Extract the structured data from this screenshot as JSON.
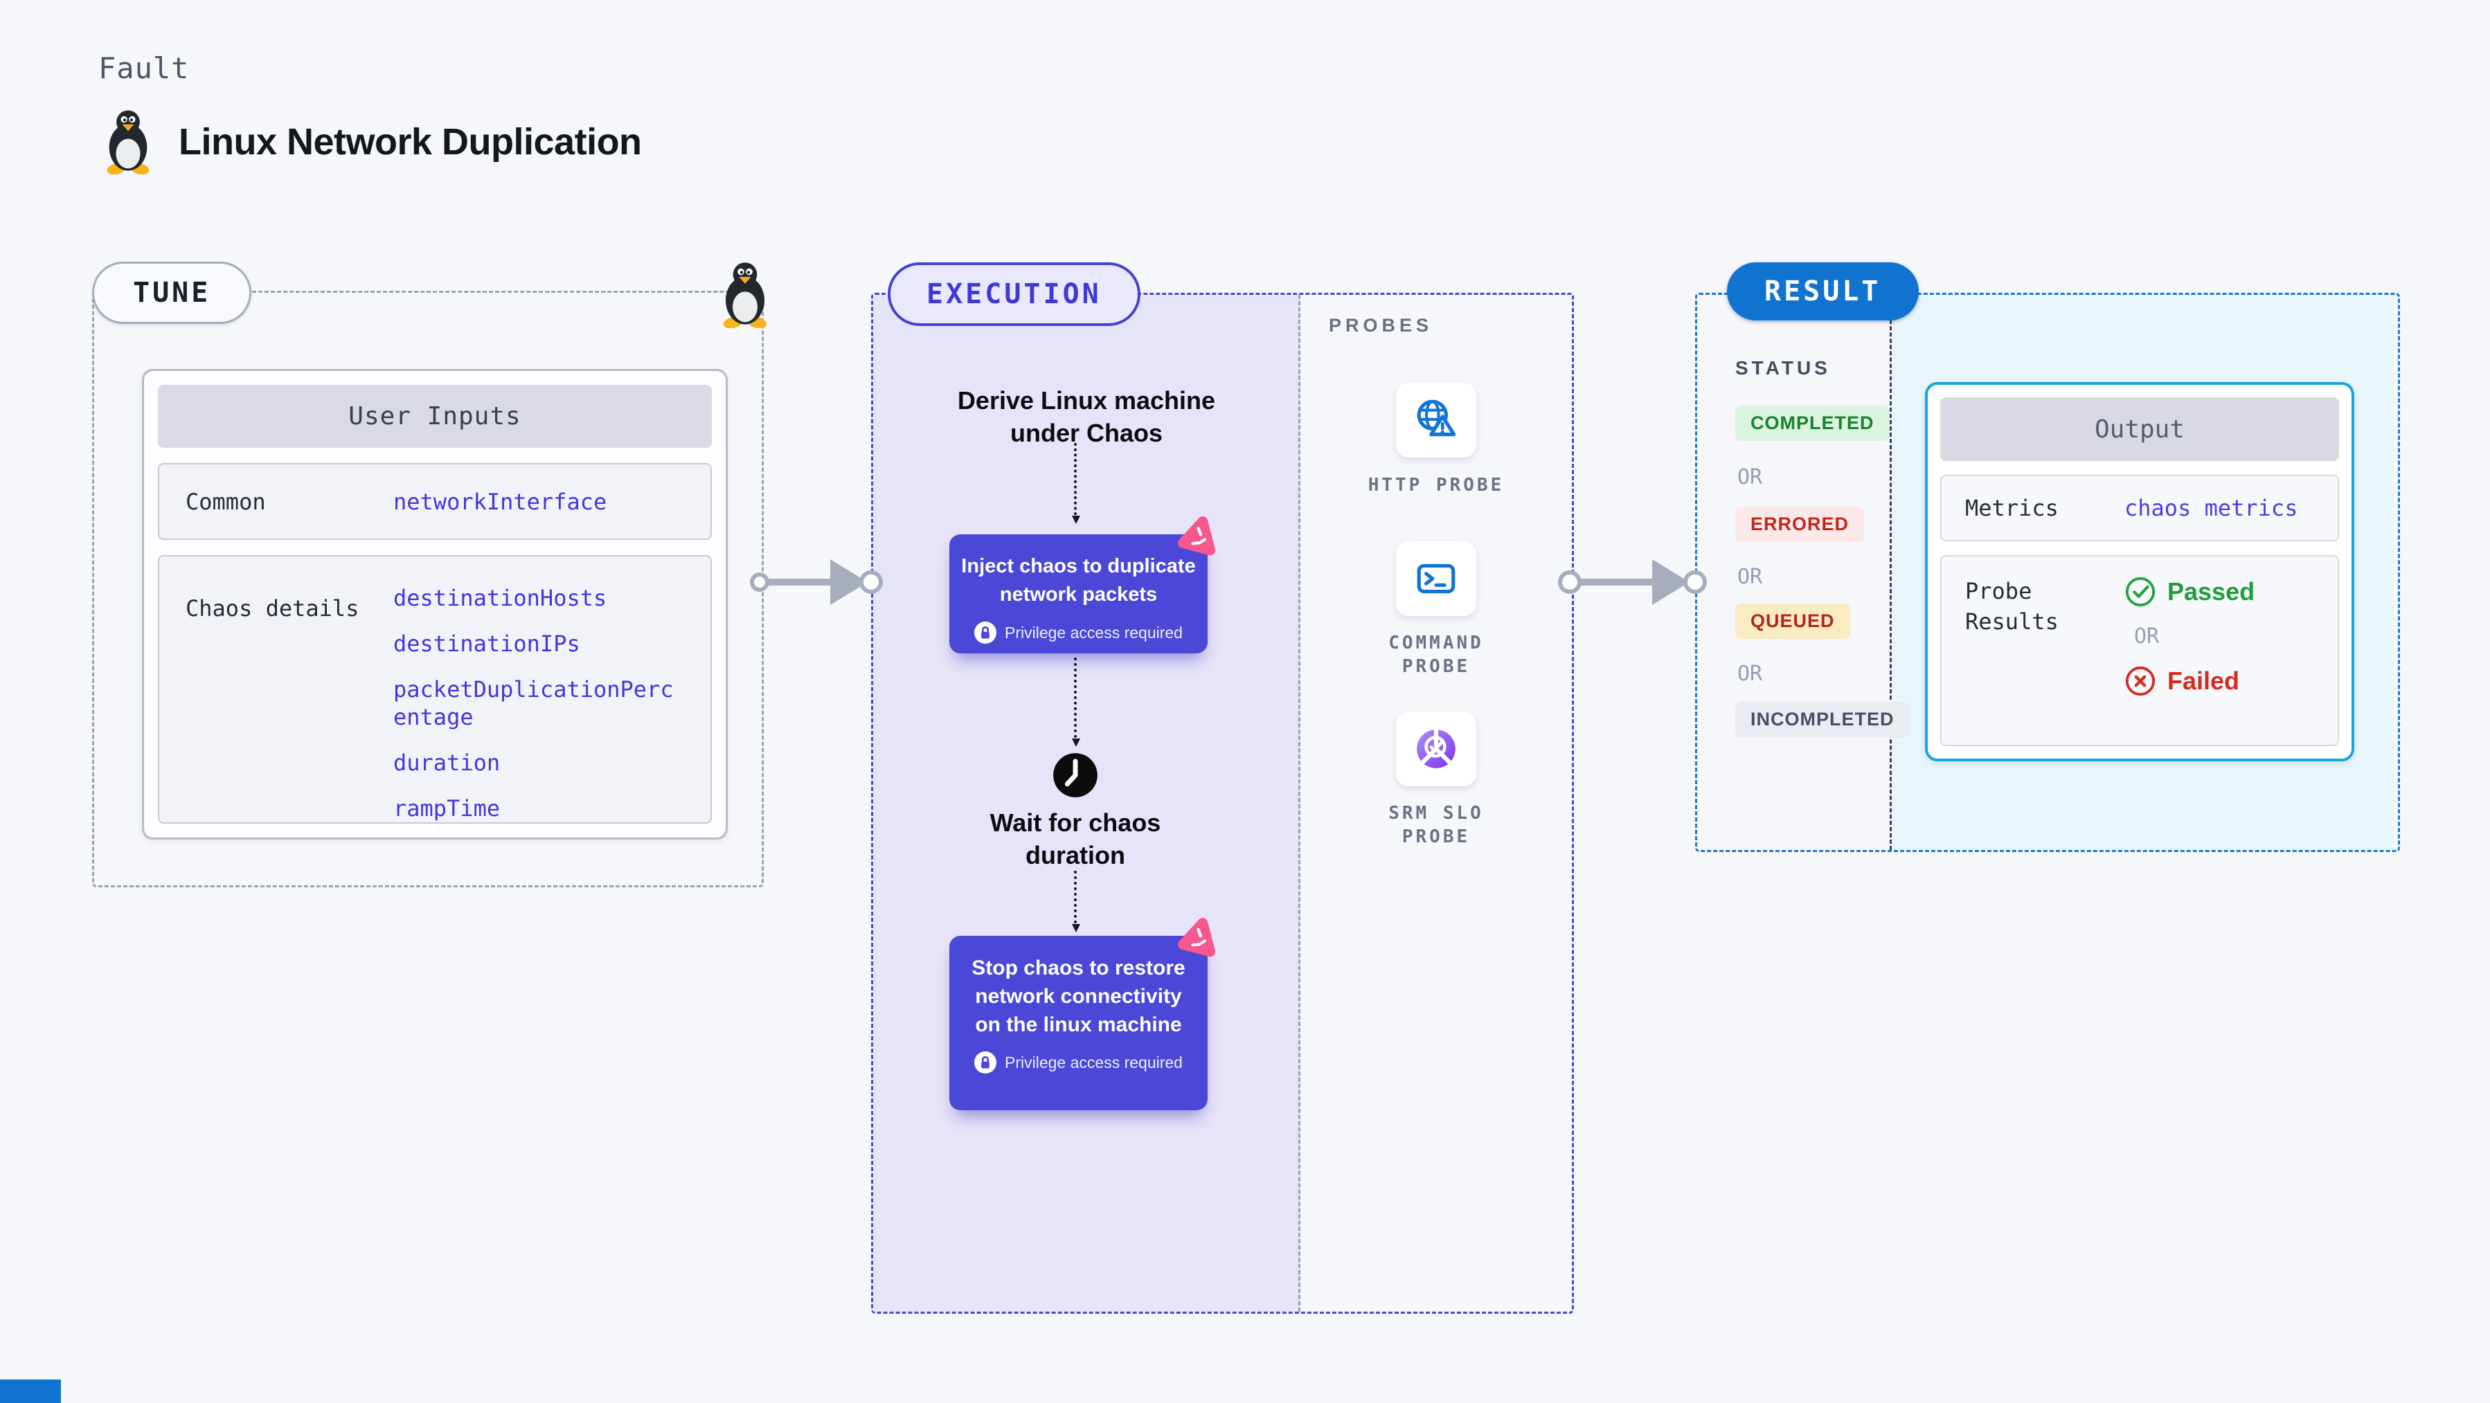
{
  "header": {
    "kind": "Fault",
    "title": "Linux Network Duplication"
  },
  "tune": {
    "pill": "TUNE",
    "user_inputs": {
      "header": "User Inputs",
      "rows": [
        {
          "label": "Common",
          "values": [
            "networkInterface"
          ]
        },
        {
          "label": "Chaos details",
          "values": [
            "destinationHosts",
            "destinationIPs",
            "packetDuplicationPercentage",
            "duration",
            "rampTime"
          ]
        }
      ]
    }
  },
  "execution": {
    "pill": "EXECUTION",
    "derive_step": "Derive Linux machine under Chaos",
    "inject_step": "Inject chaos to duplicate network packets",
    "wait_step": "Wait for chaos duration",
    "stop_step": "Stop chaos to restore network connectivity on the linux machine",
    "privilege_note": "Privilege access required",
    "probes": {
      "label": "PROBES",
      "items": [
        {
          "name": "HTTP PROBE",
          "icon": "globe-alert-icon"
        },
        {
          "name": "COMMAND PROBE",
          "icon": "terminal-icon"
        },
        {
          "name": "SRM SLO PROBE",
          "icon": "slo-donut-icon"
        }
      ]
    }
  },
  "result": {
    "pill": "RESULT",
    "status": {
      "label": "STATUS",
      "or": "OR",
      "badges": [
        {
          "text": "COMPLETED",
          "text_color": "#17832E",
          "bg_color": "#DCF3DF"
        },
        {
          "text": "ERRORED",
          "text_color": "#C0281B",
          "bg_color": "#FBE9E7"
        },
        {
          "text": "QUEUED",
          "text_color": "#B3261E",
          "bg_color": "#F9ECC2"
        },
        {
          "text": "INCOMPLETED",
          "text_color": "#494F61",
          "bg_color": "#EBECF2"
        }
      ]
    },
    "output": {
      "header": "Output",
      "metrics_label": "Metrics",
      "metrics_value": "chaos metrics",
      "probe_results_label": "Probe Results",
      "passed": "Passed",
      "or": "OR",
      "failed": "Failed"
    }
  },
  "colors": {
    "page_bg": "#F6F7FB",
    "tune_dash": "#9BA1AD",
    "execution_dash": "#4A47D0",
    "execution_panel_bg": "#E6E4F9",
    "result_dash": "#1B79D2",
    "result_pill_bg": "#1173D0",
    "result_panel_bg": "#E8F5FB",
    "output_border": "#16A5DE",
    "chaos_card_bg": "#4B48D8",
    "chaos_badge_pink": "#F6578C",
    "link_blue": "#4236DC",
    "passed_green": "#1F9E38",
    "failed_red": "#D32B1E",
    "arrow_gray": "#A8ADBD",
    "probe_icon_blue": "#1274D6"
  }
}
